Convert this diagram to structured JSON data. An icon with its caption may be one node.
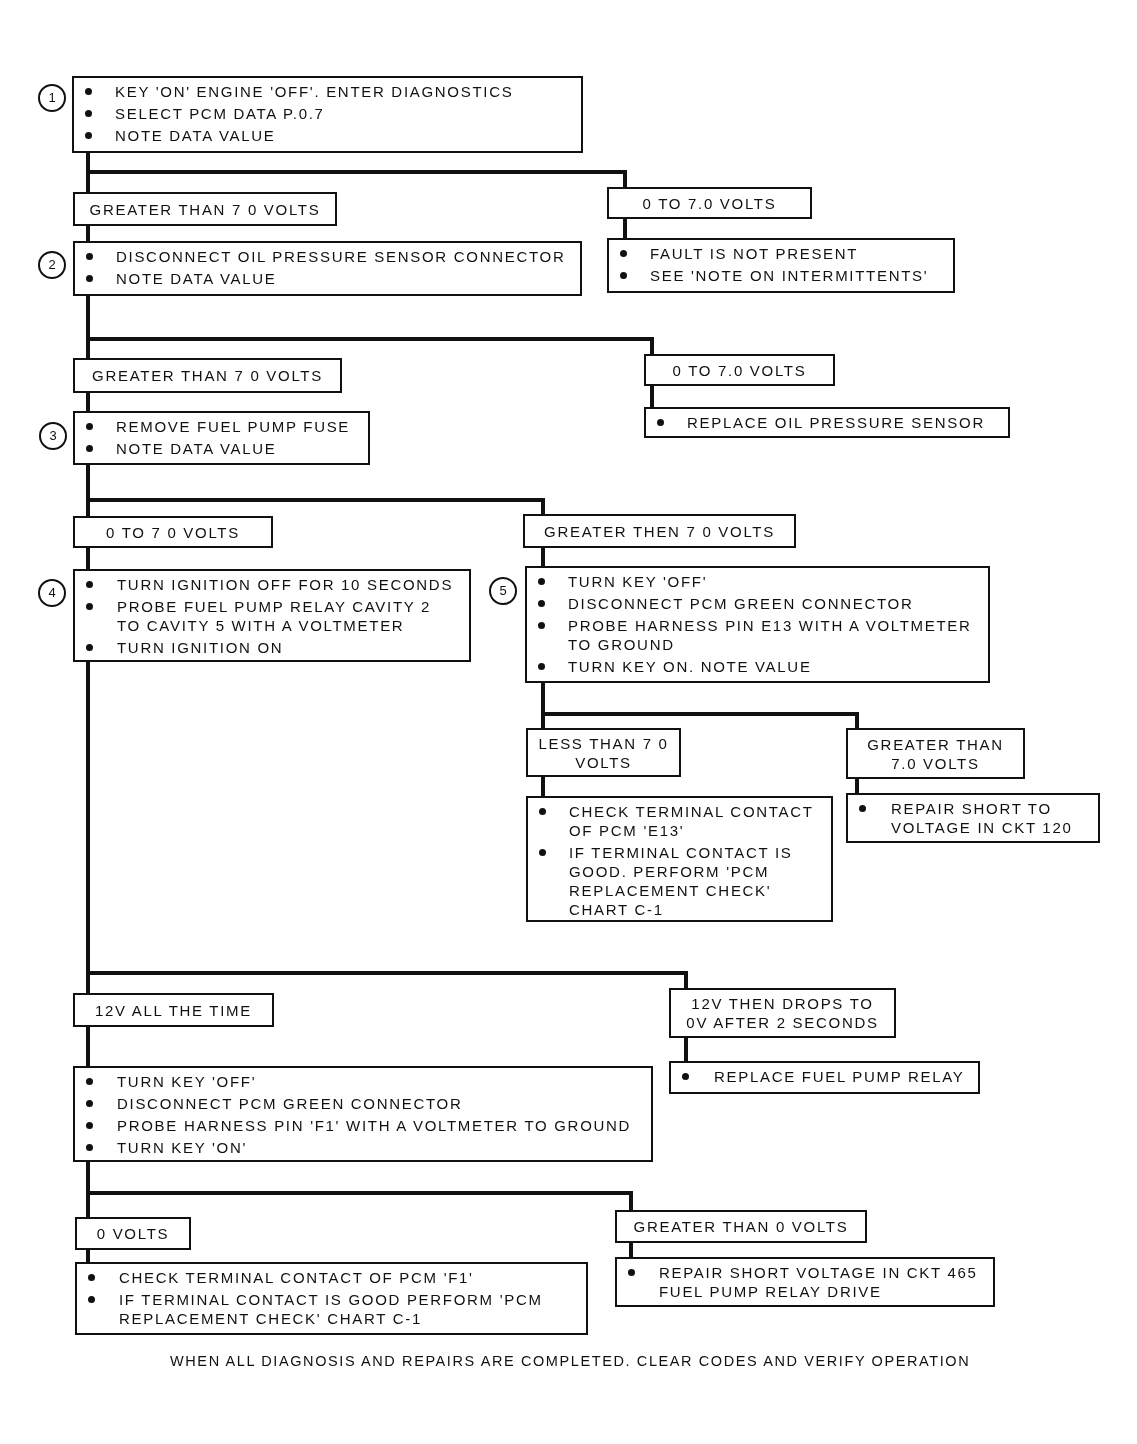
{
  "diagram": {
    "nodes": [
      {
        "text": [
          "KEY 'ON' ENGINE 'OFF'. ENTER DIAGNOSTICS",
          "SELECT PCM DATA P.0.7",
          "NOTE DATA VALUE"
        ],
        "beside": [
          "1"
        ]
      },
      {
        "text": [
          "GREATER THAN 7 0 VOLTS"
        ]
      },
      {
        "text": [
          "0 TO 7.0 VOLTS"
        ]
      },
      {
        "text": [
          "DISCONNECT OIL PRESSURE SENSOR CONNECTOR",
          "NOTE DATA VALUE"
        ],
        "beside": [
          "2"
        ]
      },
      {
        "text": [
          "FAULT IS NOT PRESENT",
          "SEE 'NOTE ON INTERMITTENTS'"
        ]
      },
      {
        "text": [
          "GREATER THAN 7 0 VOLTS"
        ]
      },
      {
        "text": [
          "0 TO 7.0 VOLTS"
        ]
      },
      {
        "text": [
          "REMOVE FUEL PUMP FUSE",
          "NOTE DATA VALUE"
        ],
        "beside": [
          "3"
        ]
      },
      {
        "text": [
          "REPLACE OIL PRESSURE SENSOR"
        ]
      },
      {
        "text": [
          "0 TO 7 0 VOLTS"
        ]
      },
      {
        "text": [
          "GREATER THEN 7 0 VOLTS"
        ]
      },
      {
        "text": [
          "TURN IGNITION OFF FOR 10 SECONDS",
          "PROBE FUEL PUMP RELAY CAVITY 2 TO CAVITY 5 WITH A VOLTMETER",
          "TURN IGNITION ON"
        ],
        "beside": [
          "4"
        ]
      },
      {
        "text": [
          "TURN KEY 'OFF'",
          "DISCONNECT PCM GREEN CONNECTOR",
          "PROBE HARNESS PIN E13 WITH A VOLTMETER TO GROUND",
          "TURN KEY ON. NOTE VALUE"
        ],
        "beside": [
          "5"
        ]
      },
      {
        "text": [
          "LESS THAN 7 0 VOLTS"
        ]
      },
      {
        "text": [
          "GREATER THAN 7.0 VOLTS"
        ]
      },
      {
        "text": [
          "CHECK TERMINAL CONTACT OF PCM 'E13'",
          "IF TERMINAL CONTACT IS GOOD. PERFORM 'PCM REPLACEMENT CHECK' CHART C-1"
        ]
      },
      {
        "text": [
          "REPAIR SHORT TO VOLTAGE IN CKT 120"
        ]
      },
      {
        "text": [
          "12V ALL THE TIME"
        ]
      },
      {
        "text": [
          "12V THEN DROPS TO 0V AFTER 2 SECONDS"
        ]
      },
      {
        "text": [
          "TURN KEY 'OFF'",
          "DISCONNECT PCM GREEN CONNECTOR",
          "PROBE HARNESS PIN 'F1' WITH A VOLTMETER TO GROUND",
          "TURN KEY 'ON'"
        ]
      },
      {
        "text": [
          "REPLACE FUEL PUMP RELAY"
        ]
      },
      {
        "text": [
          "0 VOLTS"
        ]
      },
      {
        "text": [
          "GREATER THAN 0 VOLTS"
        ]
      },
      {
        "text": [
          "CHECK TERMINAL CONTACT OF PCM 'F1'",
          "IF TERMINAL CONTACT IS GOOD PERFORM 'PCM REPLACEMENT CHECK' CHART C-1"
        ]
      },
      {
        "text": [
          "REPAIR SHORT VOLTAGE IN CKT 465 FUEL PUMP RELAY DRIVE"
        ]
      }
    ],
    "edges": [
      {
        "from": 0,
        "to": 1,
        "arrow": "none"
      },
      {
        "from": 0,
        "to": 2,
        "arrow": "none"
      },
      {
        "from": 1,
        "to": 3,
        "arrow": "none"
      },
      {
        "from": 2,
        "to": 4,
        "arrow": "none"
      },
      {
        "from": 3,
        "to": 5,
        "arrow": "none"
      },
      {
        "from": 3,
        "to": 6,
        "arrow": "none"
      },
      {
        "from": 5,
        "to": 7,
        "arrow": "none"
      },
      {
        "from": 6,
        "to": 8,
        "arrow": "none"
      },
      {
        "from": 7,
        "to": 9,
        "arrow": "none"
      },
      {
        "from": 7,
        "to": 10,
        "arrow": "none"
      },
      {
        "from": 9,
        "to": 11,
        "arrow": "none"
      },
      {
        "from": 10,
        "to": 12,
        "arrow": "none"
      },
      {
        "from": 12,
        "to": 13,
        "arrow": "none"
      },
      {
        "from": 12,
        "to": 14,
        "arrow": "none"
      },
      {
        "from": 13,
        "to": 15,
        "arrow": "none"
      },
      {
        "from": 14,
        "to": 16,
        "arrow": "none"
      },
      {
        "from": 11,
        "to": 17,
        "arrow": "none"
      },
      {
        "from": 11,
        "to": 18,
        "arrow": "none"
      },
      {
        "from": 17,
        "to": 19,
        "arrow": "none"
      },
      {
        "from": 18,
        "to": 20,
        "arrow": "none"
      },
      {
        "from": 19,
        "to": 21,
        "arrow": "none"
      },
      {
        "from": 19,
        "to": 22,
        "arrow": "none"
      },
      {
        "from": 21,
        "to": 23,
        "arrow": "none"
      },
      {
        "from": 22,
        "to": 24,
        "arrow": "none"
      }
    ],
    "labels": [
      "WHEN ALL DIAGNOSIS AND REPAIRS ARE COMPLETED. CLEAR CODES AND VERIFY OPERATION"
    ]
  }
}
